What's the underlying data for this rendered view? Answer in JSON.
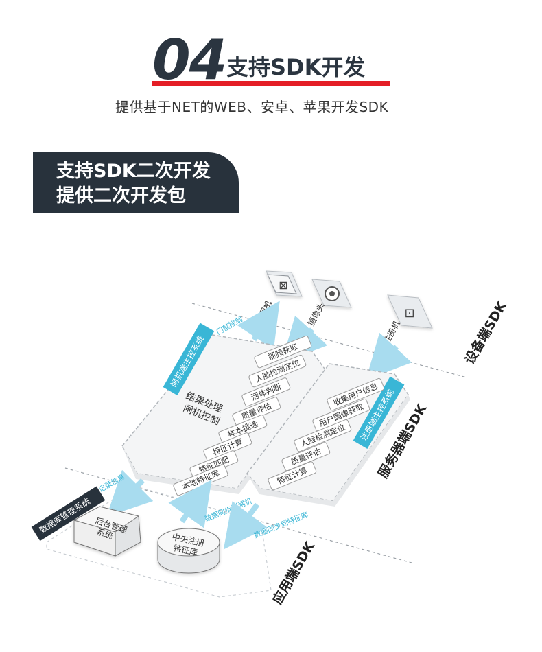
{
  "header": {
    "number": "04",
    "title": "支持SDK开发",
    "subtitle": "提供基于NET的WEB、安卓、苹果开发SDK"
  },
  "banner": {
    "line1": "支持SDK二次开发",
    "line2": "提供二次开发包"
  },
  "diagram": {
    "devices": {
      "gate": "闸机",
      "camera": "摄像头",
      "register": "注册机"
    },
    "gate_control_label": "门禁控制",
    "tags": {
      "gate_system": "闸机端主控系统",
      "reg_system": "注册端主控系统",
      "db_system": "数据库管理系统"
    },
    "left_block": {
      "title_line1": "结果处理",
      "title_line2": "闸机控制",
      "pills": [
        "视频获取",
        "人脸检测定位",
        "活体判断",
        "质量评估",
        "样本挑选",
        "特征计算",
        "特征匹配",
        "本地特征库"
      ]
    },
    "right_block": {
      "pills": [
        "收集用户信息",
        "用户图像获取",
        "人脸检测定位",
        "质量评估",
        "特征计算"
      ]
    },
    "flow_labels": {
      "return_record": "返回记录信息",
      "sync_gate": "数据同步到闸机",
      "sync_feature": "数据同步到特征库"
    },
    "backend": {
      "admin_line1": "后台管理",
      "admin_line2": "系统",
      "central_line1": "中央注册",
      "central_line2": "特征库"
    },
    "sdk_labels": {
      "device": "设备端SDK",
      "server": "服务器端SDK",
      "app": "应用端SDK"
    }
  },
  "colors": {
    "accent_red": "#e41e26",
    "banner_dark": "#28323c",
    "tag_blue": "#39b6d6"
  }
}
